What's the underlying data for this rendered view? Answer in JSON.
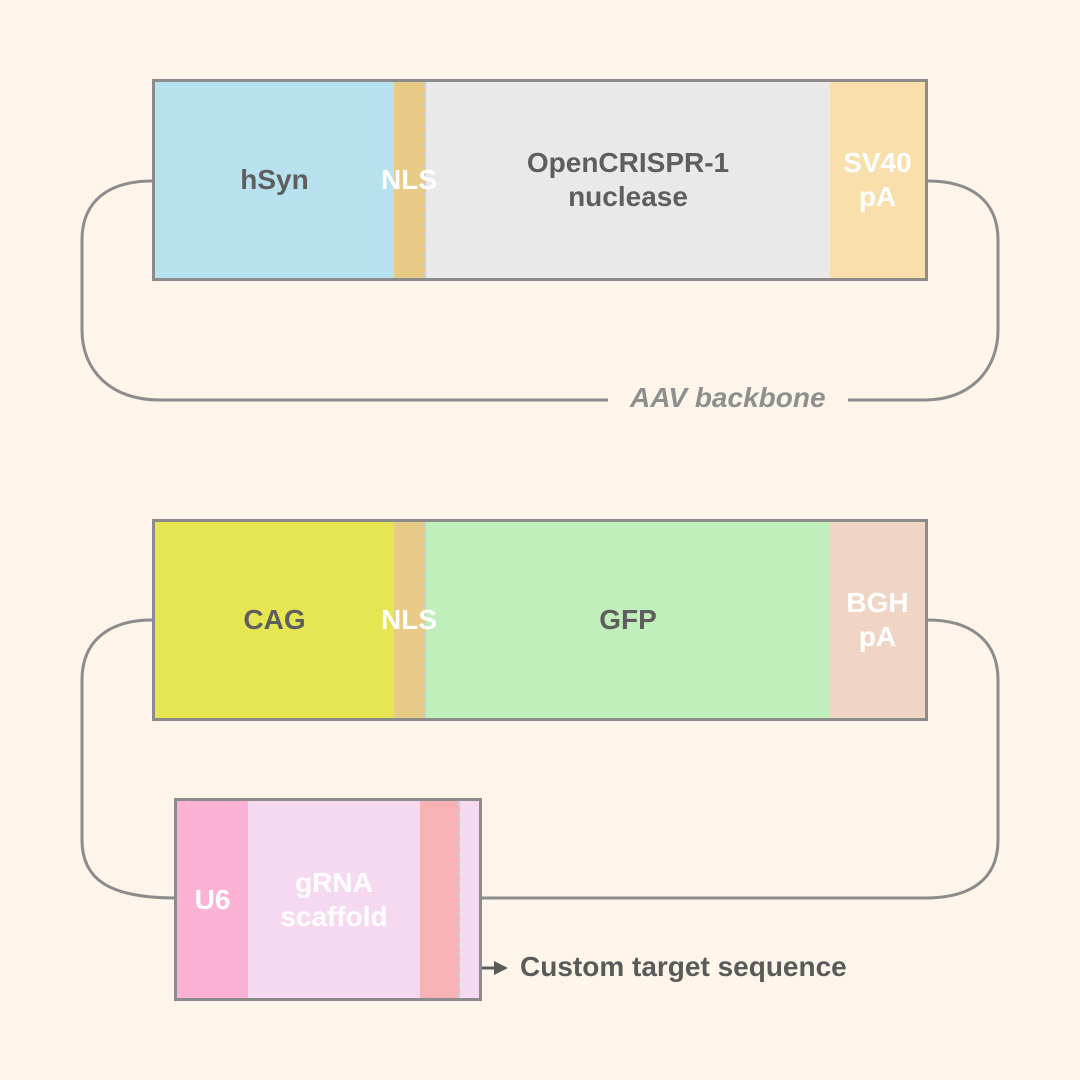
{
  "construct1": {
    "promoter": "hSyn",
    "nls": "NLS",
    "gene": "OpenCRISPR-1\nnuclease",
    "polya": "SV40\npA",
    "backbone_label": "AAV backbone"
  },
  "construct2": {
    "promoter": "CAG",
    "nls": "NLS",
    "gene": "GFP",
    "polya": "BGH\npA"
  },
  "grna_cassette": {
    "promoter": "U6",
    "scaffold": "gRNA\nscaffold",
    "callout": "Custom target sequence"
  },
  "colors": {
    "background": "#fdf4ea",
    "hSyn": "#b8e1ef",
    "nls": "#e8cb86",
    "opencrispr": "#e9e9e9",
    "sv40": "#f8dfab",
    "cag": "#e6e652",
    "gfp": "#c0efbb",
    "bgh": "#f0d5c4",
    "u6": "#fbb2d5",
    "scaffold": "#f4d9f0",
    "target": "#f7b2b5",
    "outline": "#8c8c8c"
  }
}
